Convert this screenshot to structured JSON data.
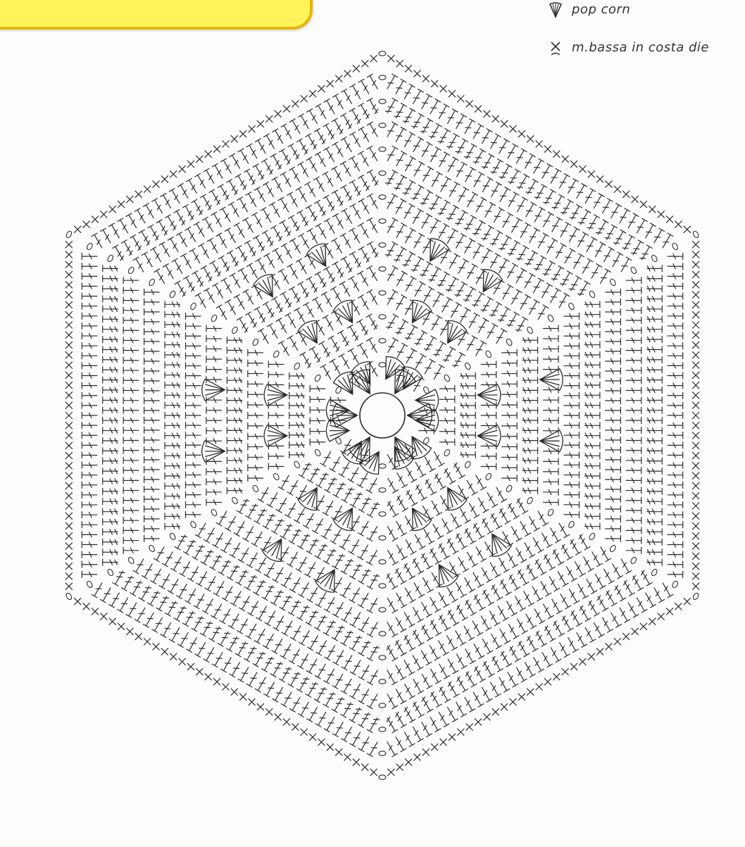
{
  "legend": {
    "items": [
      {
        "symbol": "popcorn-icon",
        "label": "pop corn"
      },
      {
        "symbol": "x-stitch-icon",
        "label": "m.bassa in costa die"
      }
    ]
  },
  "colors": {
    "ink": "#2c2c2c",
    "paper": "#fdfdfb",
    "banner_fill": "#fff25a",
    "banner_border": "#e5b800"
  },
  "diagram": {
    "shape": "hexagon",
    "center_ring": "magic ring",
    "rounds": 14,
    "popcorn_rounds": [
      1,
      4,
      7
    ]
  }
}
